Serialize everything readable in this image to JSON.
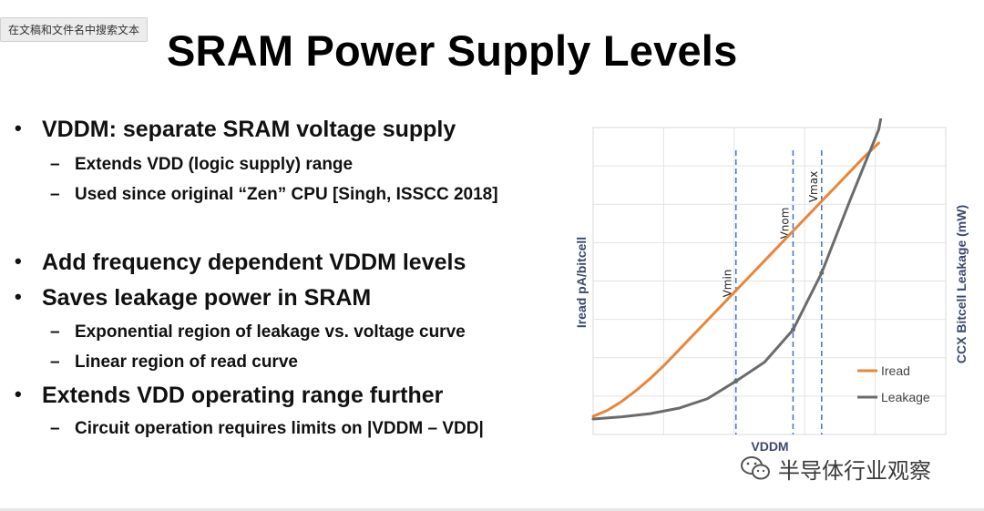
{
  "search_chip": {
    "label": "在文稿和文件名中搜索文本"
  },
  "slide": {
    "title": "SRAM Power Supply Levels",
    "bullets": [
      {
        "text": "VDDM: separate SRAM voltage supply"
      },
      {
        "text": "Extends VDD (logic supply) range"
      },
      {
        "text": "Used since original “Zen” CPU [Singh, ISSCC 2018]"
      },
      {
        "text": "Add frequency dependent VDDM levels"
      },
      {
        "text": "Saves leakage power in SRAM"
      },
      {
        "text": "Exponential region of leakage vs. voltage curve"
      },
      {
        "text": "Linear region of read curve"
      },
      {
        "text": "Extends VDD operating range further"
      },
      {
        "text": "Circuit operation requires limits on |VDDM – VDD|"
      }
    ],
    "bullet_marks": {
      "level1": "•",
      "level2": "–"
    }
  },
  "chart_data": {
    "type": "line",
    "title": "",
    "xlabel": "VDDM",
    "ylabel": "Iread pA/bitcell",
    "y2label": "CCX Bitcell Leakage  (mW)",
    "xlim": [
      0,
      10
    ],
    "ylim": [
      0,
      10
    ],
    "grid": true,
    "tick_labels_visible": false,
    "legend_position": "bottom-right",
    "series": [
      {
        "name": "Iread",
        "color": "#e8863a",
        "markers": false,
        "x": [
          0,
          0.5,
          1,
          1.5,
          2,
          2.5,
          3,
          3.5,
          4,
          4.5,
          5,
          5.5,
          6,
          6.5,
          7,
          7.5,
          8,
          8.5,
          9,
          9.5,
          10
        ],
        "y": [
          0.2,
          0.42,
          0.75,
          1.15,
          1.6,
          2.1,
          2.65,
          3.2,
          3.75,
          4.3,
          4.85,
          5.4,
          5.95,
          6.5,
          7.05,
          7.6,
          8.15,
          8.7,
          9.25,
          9.8,
          10.3
        ]
      },
      {
        "name": "Leakage",
        "color": "#6b6b6b",
        "markers": true,
        "x": [
          0,
          1,
          2,
          3,
          4,
          5,
          6,
          7,
          8,
          9,
          10,
          10.3
        ],
        "y": [
          0.1,
          0.18,
          0.3,
          0.5,
          0.85,
          1.5,
          2.2,
          3.4,
          5.5,
          8.2,
          10.8,
          12.5
        ]
      }
    ],
    "vlines": [
      {
        "label": "Vmin",
        "x": 5
      },
      {
        "label": "Vnom",
        "x": 7
      },
      {
        "label": "Vmax",
        "x": 8
      }
    ]
  },
  "watermark": {
    "text": "半导体行业观察",
    "icon": "wechat-icon"
  }
}
